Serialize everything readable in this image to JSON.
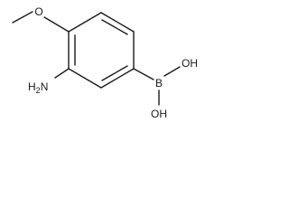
{
  "molecule": {
    "labels": {
      "boron": "B",
      "hydroxyl_top": "OH",
      "hydroxyl_bottom": "OH",
      "amino": "H2N",
      "methoxy_oxygen": "O"
    }
  }
}
